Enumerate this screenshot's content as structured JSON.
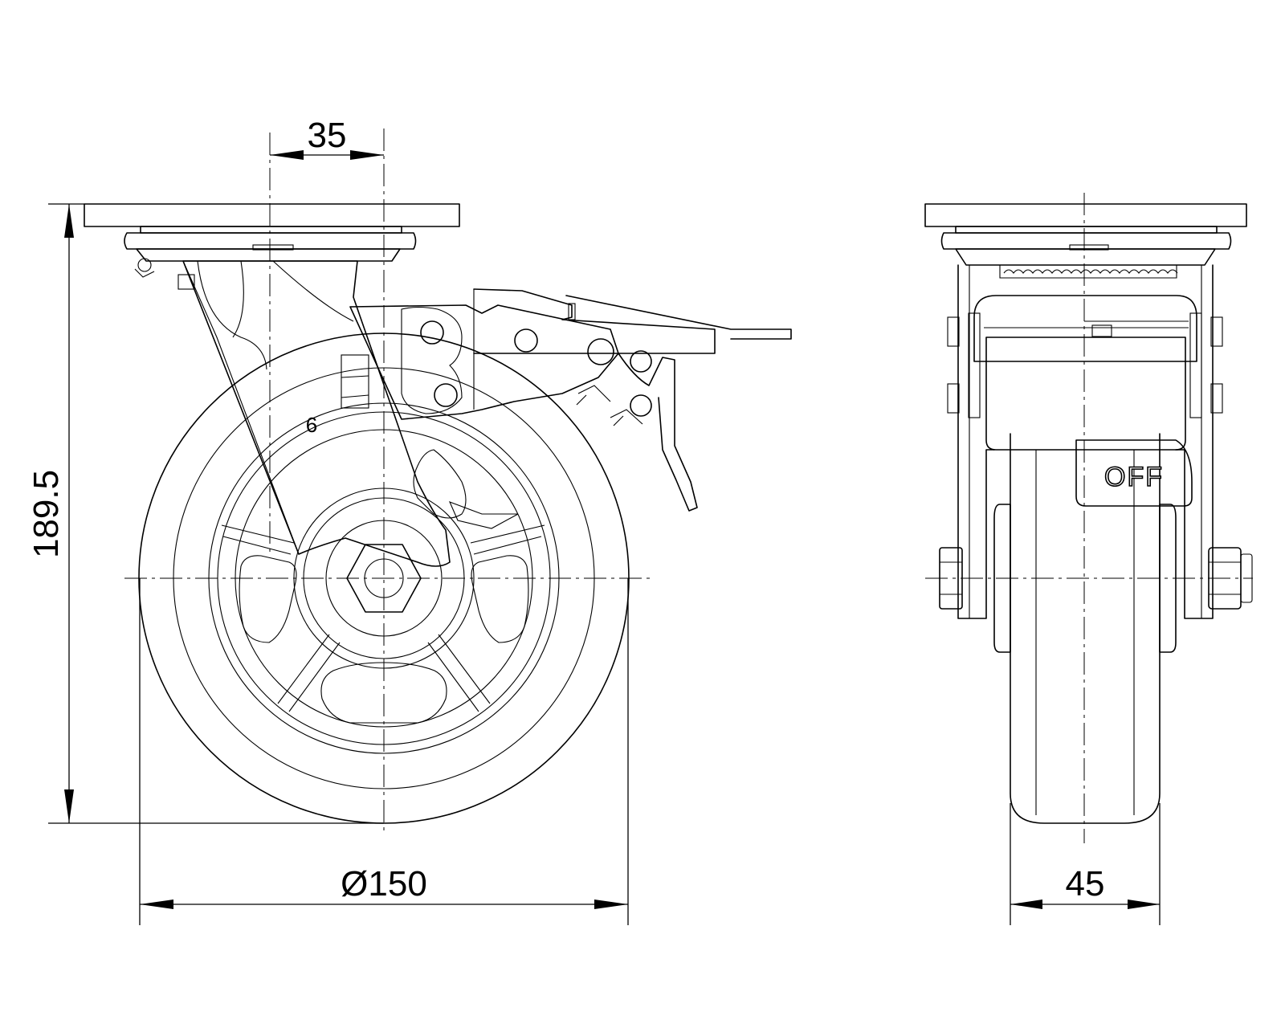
{
  "dimensions": {
    "offset": "35",
    "height": "189.5",
    "wheel_diameter": "Ø150",
    "wheel_width": "45"
  },
  "labels": {
    "part_mark": "6",
    "brake_state": "OFF"
  }
}
